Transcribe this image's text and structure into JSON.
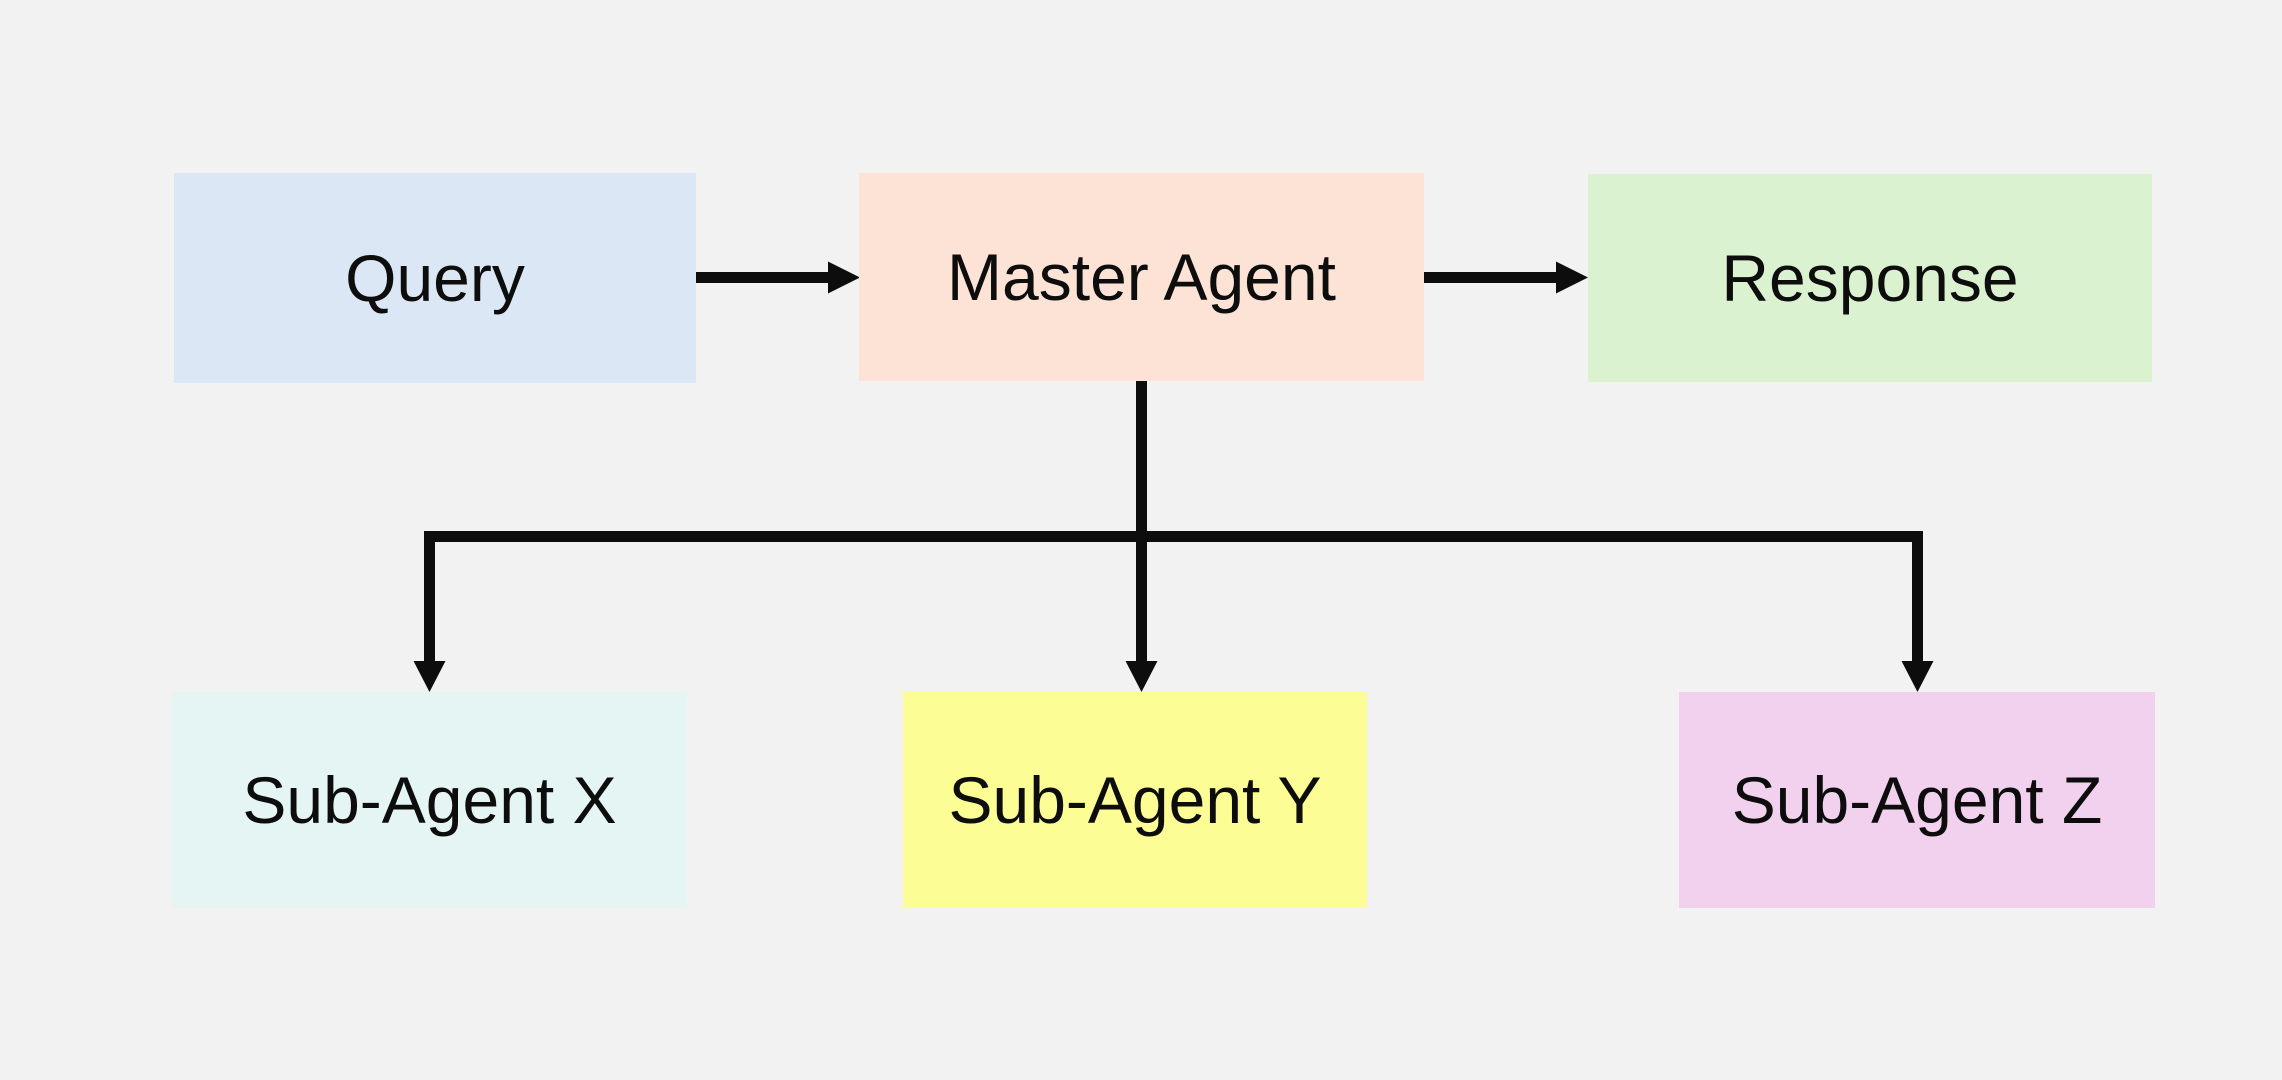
{
  "canvas": {
    "background": "#f2f2f2",
    "arrow_color": "#0d0d0d",
    "text_color": "#0d0d0d"
  },
  "diagram": {
    "type": "flowchart",
    "title": "",
    "nodes": [
      {
        "id": "query",
        "label": "Query",
        "fill": "#dbe7f4"
      },
      {
        "id": "master",
        "label": "Master Agent",
        "fill": "#fce3d5"
      },
      {
        "id": "response",
        "label": "Response",
        "fill": "#daf2cf"
      },
      {
        "id": "subx",
        "label": "Sub-Agent X",
        "fill": "#e4f5f3"
      },
      {
        "id": "suby",
        "label": "Sub-Agent Y",
        "fill": "#fdfd95"
      },
      {
        "id": "subz",
        "label": "Sub-Agent Z",
        "fill": "#f2d1ee"
      }
    ],
    "edges": [
      {
        "from": "query",
        "to": "master",
        "style": "arrow-right"
      },
      {
        "from": "master",
        "to": "response",
        "style": "arrow-right"
      },
      {
        "from": "master",
        "to": "subx",
        "style": "arrow-down-branch"
      },
      {
        "from": "master",
        "to": "suby",
        "style": "arrow-down"
      },
      {
        "from": "master",
        "to": "subz",
        "style": "arrow-down-branch"
      }
    ]
  }
}
